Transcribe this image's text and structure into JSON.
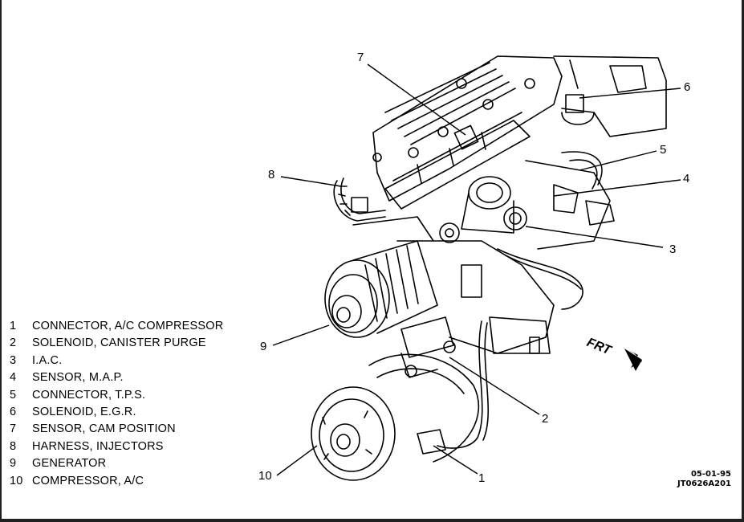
{
  "legend": [
    {
      "num": "1",
      "label": "CONNECTOR, A/C COMPRESSOR"
    },
    {
      "num": "2",
      "label": "SOLENOID, CANISTER PURGE"
    },
    {
      "num": "3",
      "label": "I.A.C."
    },
    {
      "num": "4",
      "label": "SENSOR, M.A.P."
    },
    {
      "num": "5",
      "label": "CONNECTOR, T.P.S."
    },
    {
      "num": "6",
      "label": "SOLENOID, E.G.R."
    },
    {
      "num": "7",
      "label": "SENSOR, CAM POSITION"
    },
    {
      "num": "8",
      "label": "HARNESS, INJECTORS"
    },
    {
      "num": "9",
      "label": "GENERATOR"
    },
    {
      "num": "10",
      "label": "COMPRESSOR, A/C"
    }
  ],
  "callouts": {
    "c1": "1",
    "c2": "2",
    "c3": "3",
    "c4": "4",
    "c5": "5",
    "c6": "6",
    "c7": "7",
    "c8": "8",
    "c9": "9",
    "c10": "10"
  },
  "direction_label": "FRT",
  "reference": {
    "date": "05-01-95",
    "code": "JT0626A201"
  },
  "icons": [
    "engine-illustration",
    "direction-arrow-icon"
  ]
}
